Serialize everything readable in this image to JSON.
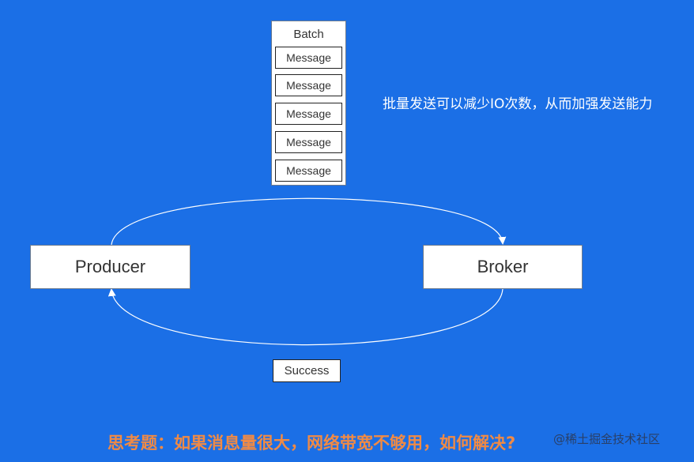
{
  "batch": {
    "title": "Batch",
    "messages": [
      "Message",
      "Message",
      "Message",
      "Message",
      "Message"
    ]
  },
  "nodes": {
    "producer": "Producer",
    "broker": "Broker"
  },
  "success_label": "Success",
  "note": "批量发送可以减少IO次数，从而加强发送能力",
  "question": "思考题：如果消息量很大，网络带宽不够用，如何解决?",
  "watermark": "@稀土掘金技术社区",
  "colors": {
    "background": "#1b6fe6",
    "question": "#f08a45",
    "arrow": "#ffffff"
  }
}
